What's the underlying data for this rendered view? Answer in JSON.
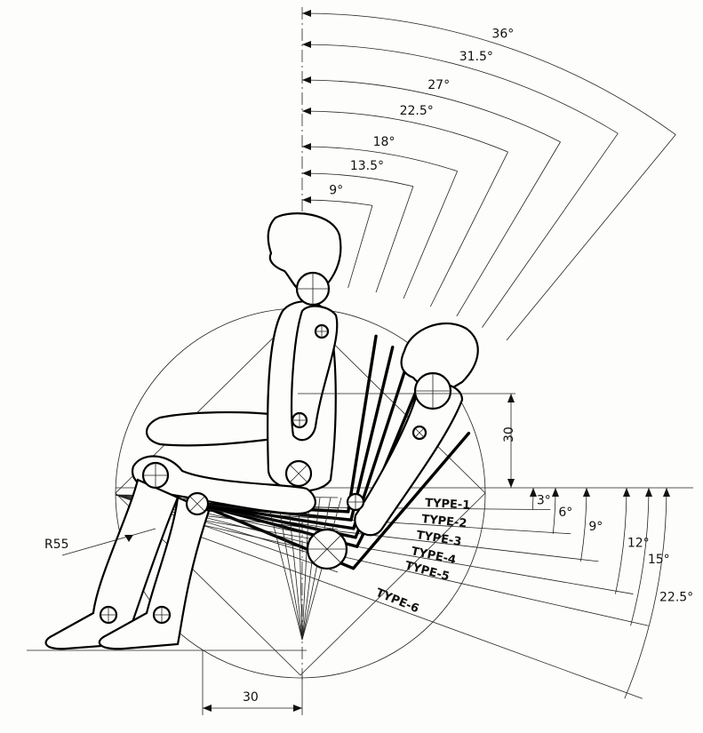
{
  "back_angles": [
    {
      "deg": 9,
      "label": "9°"
    },
    {
      "deg": 13.5,
      "label": "13.5°"
    },
    {
      "deg": 18,
      "label": "18°"
    },
    {
      "deg": 22.5,
      "label": "22.5°"
    },
    {
      "deg": 27,
      "label": "27°"
    },
    {
      "deg": 31.5,
      "label": "31.5°"
    },
    {
      "deg": 36,
      "label": "36°"
    }
  ],
  "seat_angles": [
    {
      "deg": 3,
      "label": "3°"
    },
    {
      "deg": 6,
      "label": "6°"
    },
    {
      "deg": 9,
      "label": "9°"
    },
    {
      "deg": 12,
      "label": "12°"
    },
    {
      "deg": 15,
      "label": "15°"
    },
    {
      "deg": 22.5,
      "label": "22.5°"
    }
  ],
  "types": [
    "TYPE-1",
    "TYPE-2",
    "TYPE-3",
    "TYPE-4",
    "TYPE-5",
    "TYPE-6"
  ],
  "dimensions": {
    "seat_height": "30",
    "horizontal_offset": "30",
    "radius": "R55"
  }
}
